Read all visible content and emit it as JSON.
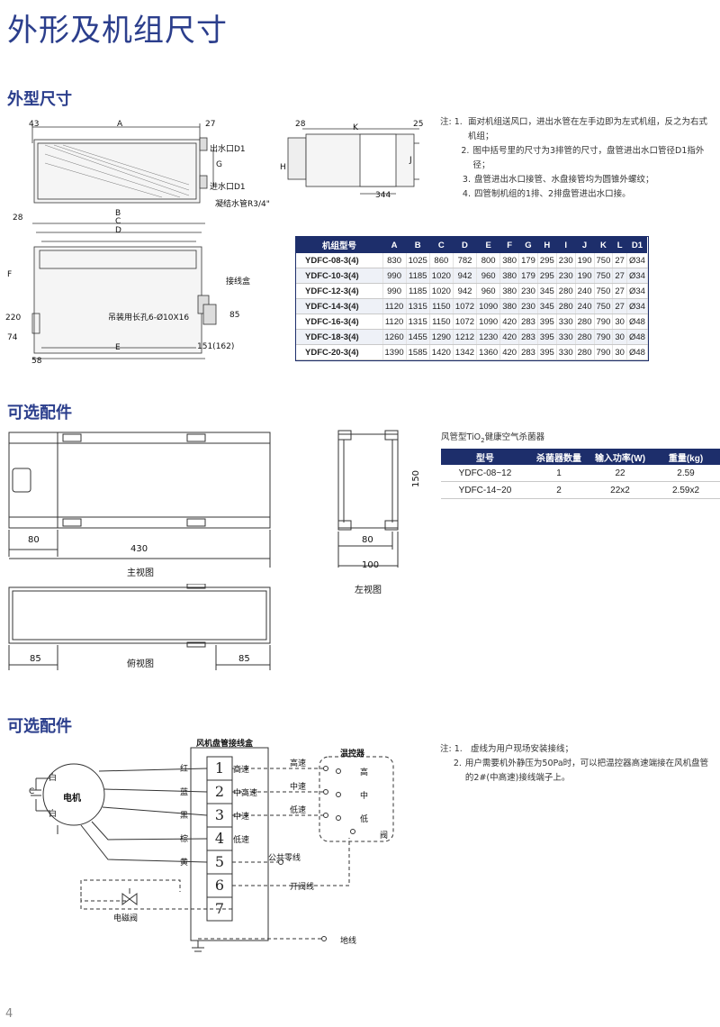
{
  "page_title": "外形及机组尺寸",
  "sections": {
    "dimensions": "外型尺寸",
    "accessory1": "可选配件",
    "accessory2": "可选配件"
  },
  "notes1": [
    {
      "n": "注:  1.",
      "text": "面对机组送风口，进出水管在左手边即为左式机组，反之为右式机组；"
    },
    {
      "n": "2.",
      "text": "图中括号里的尺寸为3排管的尺寸，盘管进出水口管径D1指外径；"
    },
    {
      "n": "3.",
      "text": "盘管进出水口接管、水盘接管均为圆锥外螺纹；"
    },
    {
      "n": "4.",
      "text": "四管制机组的1排、2排盘管进出水口接。"
    }
  ],
  "drawing_labels": {
    "d43": "43",
    "A": "A",
    "d27": "27",
    "outlet": "出水口D1",
    "G": "G",
    "inlet": "进水口D1",
    "drain": "凝结水管R3/4\"",
    "d28a": "28",
    "K": "K",
    "d25": "25",
    "H": "H",
    "J": "J",
    "d344": "344",
    "d28b": "28",
    "B": "B",
    "C": "C",
    "D": "D",
    "F": "F",
    "junction": "接线盒",
    "d220": "220",
    "d74": "74",
    "hang": "吊装用长孔6-Ø10X16",
    "d85v": "85",
    "E": "E",
    "d151": "151(162)",
    "d58": "58"
  },
  "spec_table": {
    "headers": [
      "机组型号",
      "A",
      "B",
      "C",
      "D",
      "E",
      "F",
      "G",
      "H",
      "I",
      "J",
      "K",
      "L",
      "D1"
    ],
    "rows": [
      [
        "YDFC-08-3(4)",
        "830",
        "1025",
        "860",
        "782",
        "800",
        "380",
        "179",
        "295",
        "230",
        "190",
        "750",
        "27",
        "Ø34"
      ],
      [
        "YDFC-10-3(4)",
        "990",
        "1185",
        "1020",
        "942",
        "960",
        "380",
        "179",
        "295",
        "230",
        "190",
        "750",
        "27",
        "Ø34"
      ],
      [
        "YDFC-12-3(4)",
        "990",
        "1185",
        "1020",
        "942",
        "960",
        "380",
        "230",
        "345",
        "280",
        "240",
        "750",
        "27",
        "Ø34"
      ],
      [
        "YDFC-14-3(4)",
        "1120",
        "1315",
        "1150",
        "1072",
        "1090",
        "380",
        "230",
        "345",
        "280",
        "240",
        "750",
        "27",
        "Ø34"
      ],
      [
        "YDFC-16-3(4)",
        "1120",
        "1315",
        "1150",
        "1072",
        "1090",
        "420",
        "283",
        "395",
        "330",
        "280",
        "790",
        "30",
        "Ø48"
      ],
      [
        "YDFC-18-3(4)",
        "1260",
        "1455",
        "1290",
        "1212",
        "1230",
        "420",
        "283",
        "395",
        "330",
        "280",
        "790",
        "30",
        "Ø48"
      ],
      [
        "YDFC-20-3(4)",
        "1390",
        "1585",
        "1420",
        "1342",
        "1360",
        "420",
        "283",
        "395",
        "330",
        "280",
        "790",
        "30",
        "Ø48"
      ]
    ]
  },
  "accessory": {
    "d80a": "80",
    "d430": "430",
    "front_view": "主视图",
    "d85a": "85",
    "top_view": "俯视图",
    "d85b": "85",
    "d150": "150",
    "d80b": "80",
    "d100": "100",
    "left_view": "左视图",
    "sterilizer_title_pre": "风管型TiO",
    "sterilizer_title_sub": "2",
    "sterilizer_title_post": "健康空气杀菌器",
    "sterilizer_headers": [
      "型号",
      "杀菌器数量",
      "输入功率(W)",
      "重量(kg)"
    ],
    "sterilizer_rows": [
      [
        "YDFC-08~12",
        "1",
        "22",
        "2.59"
      ],
      [
        "YDFC-14~20",
        "2",
        "22x2",
        "2.59x2"
      ]
    ]
  },
  "wiring": {
    "box_title": "风机盘管接线盒",
    "controller": "温控器",
    "motor": "电机",
    "C": "C",
    "white1": "白",
    "white2": "白",
    "wires": [
      "红",
      "蓝",
      "黑",
      "棕",
      "黄"
    ],
    "terminals": [
      "1",
      "2",
      "3",
      "4",
      "5",
      "6",
      "7"
    ],
    "speeds": [
      "高速",
      "中高速",
      "中速",
      "低速"
    ],
    "dashed_labels": [
      "高速",
      "中速",
      "低速"
    ],
    "ctrl_pos": [
      "高",
      "中",
      "低",
      "阀"
    ],
    "neutral": "公共零线",
    "valve_line": "开阀线",
    "ground": "地线",
    "solenoid": "电磁阀"
  },
  "notes2": [
    {
      "n": "注:  1.",
      "text": "虚线为用户现场安装接线；"
    },
    {
      "n": "2.",
      "text": "用户需要机外静压为50Pa时，可以把温控器高速端接在风机盘管的2#(中高速)接线端子上。"
    }
  ],
  "page_number": "4"
}
